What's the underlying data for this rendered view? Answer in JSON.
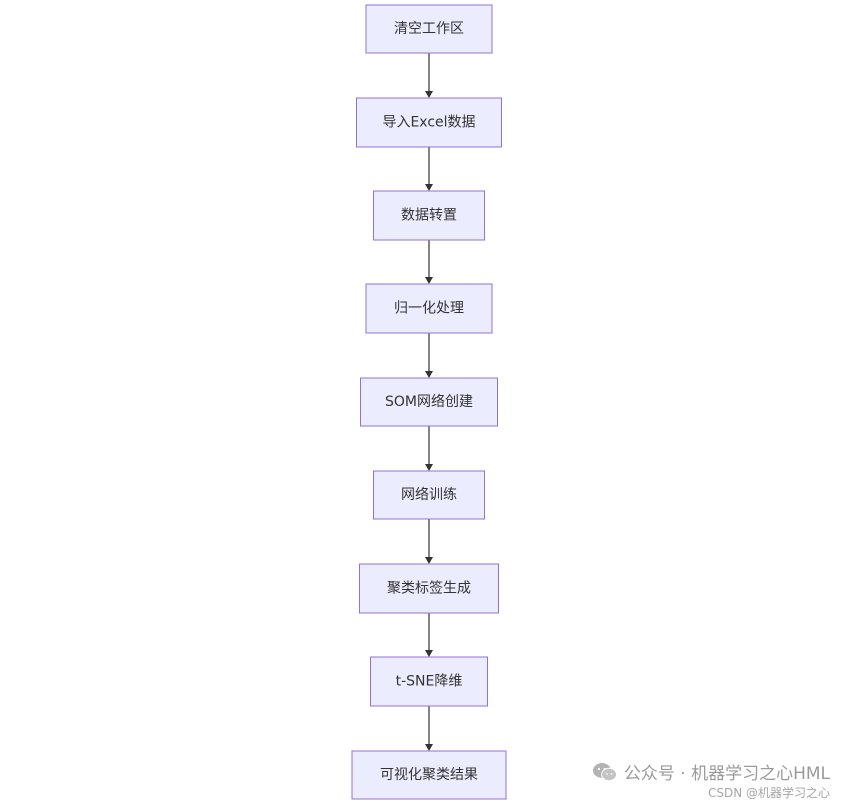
{
  "flowchart": {
    "nodes": [
      {
        "id": "clear",
        "label": "清空工作区"
      },
      {
        "id": "import",
        "label": "导入Excel数据"
      },
      {
        "id": "transpose",
        "label": "数据转置"
      },
      {
        "id": "normalize",
        "label": "归一化处理"
      },
      {
        "id": "som_create",
        "label": "SOM网络创建"
      },
      {
        "id": "train",
        "label": "网络训练"
      },
      {
        "id": "labels",
        "label": "聚类标签生成"
      },
      {
        "id": "tsne",
        "label": "t-SNE降维"
      },
      {
        "id": "visualize",
        "label": "可视化聚类结果"
      }
    ],
    "edges": [
      {
        "from": "clear",
        "to": "import"
      },
      {
        "from": "import",
        "to": "transpose"
      },
      {
        "from": "transpose",
        "to": "normalize"
      },
      {
        "from": "normalize",
        "to": "som_create"
      },
      {
        "from": "som_create",
        "to": "train"
      },
      {
        "from": "train",
        "to": "labels"
      },
      {
        "from": "labels",
        "to": "tsne"
      },
      {
        "from": "tsne",
        "to": "visualize"
      }
    ]
  },
  "watermark": {
    "main": "公众号 · 机器学习之心HML",
    "sub": "CSDN @机器学习之心",
    "icon": "wechat-icon"
  }
}
